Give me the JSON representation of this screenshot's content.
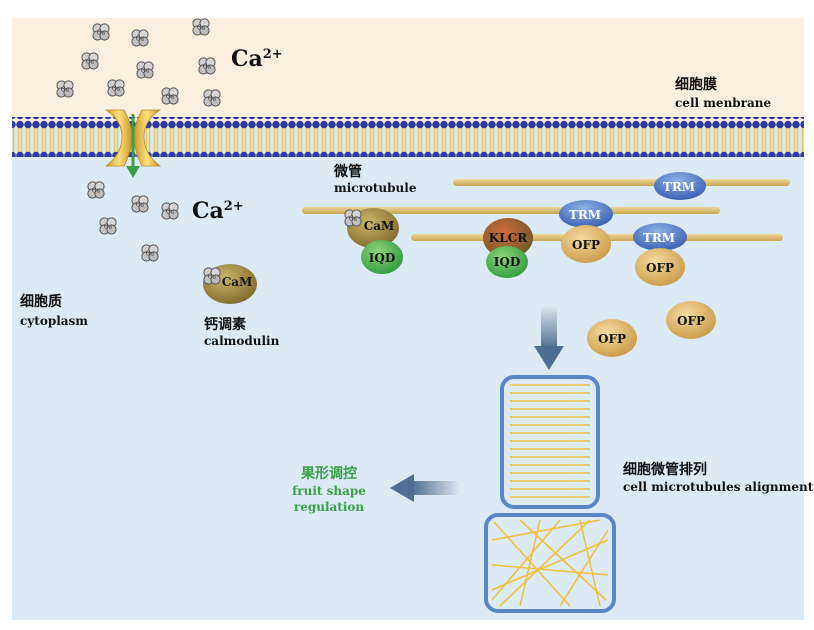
{
  "colors": {
    "extracellular": "#fbf0e0",
    "cytoplasm": "#dbeaf5",
    "membrane_head": "#2e3a9e",
    "membrane_tail": "#e8c85a",
    "microtubule": "#d8b868",
    "channel": "#e8c040",
    "green_label": "#3aa047",
    "box_stroke": "#5a86c6",
    "arrow_dark": "#4f6f92"
  },
  "labels": {
    "ca_top": "Ca",
    "ca_top_sup": "2+",
    "ca_mid": "Ca",
    "ca_mid_sup": "2+",
    "membrane_zh": "细胞膜",
    "membrane_en": "cell menbrane",
    "microtubule_zh": "微管",
    "microtubule_en": "microtubule",
    "cytoplasm_zh": "细胞质",
    "cytoplasm_en": "cytoplasm",
    "calmodulin_zh": "钙调素",
    "calmodulin_en": "calmodulin",
    "alignment_zh": "细胞微管排列",
    "alignment_en": "cell microtubules alignment",
    "fruit_zh": "果形调控",
    "fruit_en_1": "fruit shape",
    "fruit_en_2": "regulation"
  },
  "proteins": {
    "cam": "CaM",
    "iqd": "IQD",
    "klcr": "KLCR",
    "trm": "TRM",
    "ofp": "OFP"
  },
  "icons": [
    "calcium-ion-icon",
    "calcium-channel-icon",
    "down-arrow-icon",
    "left-arrow-icon"
  ]
}
